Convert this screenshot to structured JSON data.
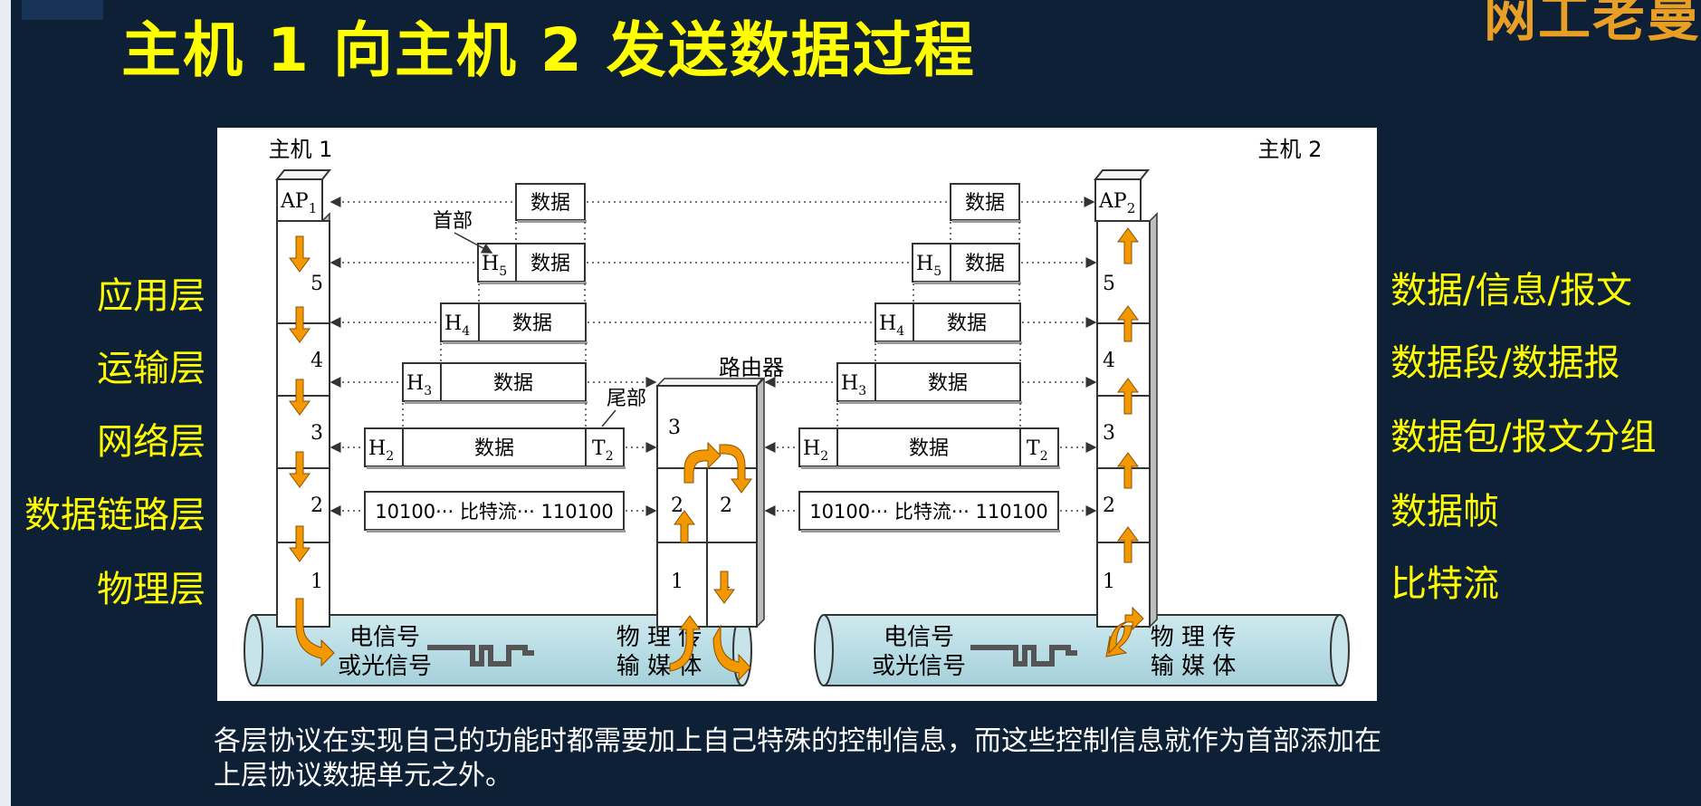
{
  "title": "主机 1 向主机 2 发送数据过程",
  "corner_logo_text": "网工老曼",
  "left_layers": [
    "应用层",
    "运输层",
    "网络层",
    "数据链路层",
    "物理层"
  ],
  "right_units": [
    "数据/信息/报文",
    "数据段/数据报",
    "数据包/报文分组",
    "数据帧",
    "比特流"
  ],
  "diagram": {
    "host1": "主机 1",
    "host2": "主机 2",
    "ap1": {
      "base": "AP",
      "sub": "1"
    },
    "ap2": {
      "base": "AP",
      "sub": "2"
    },
    "layer_nums": [
      "5",
      "4",
      "3",
      "2",
      "1"
    ],
    "router": "路由器",
    "router_nums": [
      "3",
      "2",
      "2",
      "1",
      "1"
    ],
    "header_label": "首部",
    "trailer_label": "尾部",
    "data": "数据",
    "headers": [
      {
        "base": "H",
        "sub": "5"
      },
      {
        "base": "H",
        "sub": "4"
      },
      {
        "base": "H",
        "sub": "3"
      },
      {
        "base": "H",
        "sub": "2"
      }
    ],
    "trailer": {
      "base": "T",
      "sub": "2"
    },
    "bitstream": "10100··· 比特流··· 110100",
    "medium_signal_1": "电信号",
    "medium_signal_2": "或光信号",
    "medium_phys_1": "物 理 传",
    "medium_phys_2": "输 媒 体"
  },
  "footnote": "各层协议在实现自己的功能时都需要加上自己特殊的控制信息，而这些控制信息就作为首部添加在上层协议数据单元之外。"
}
